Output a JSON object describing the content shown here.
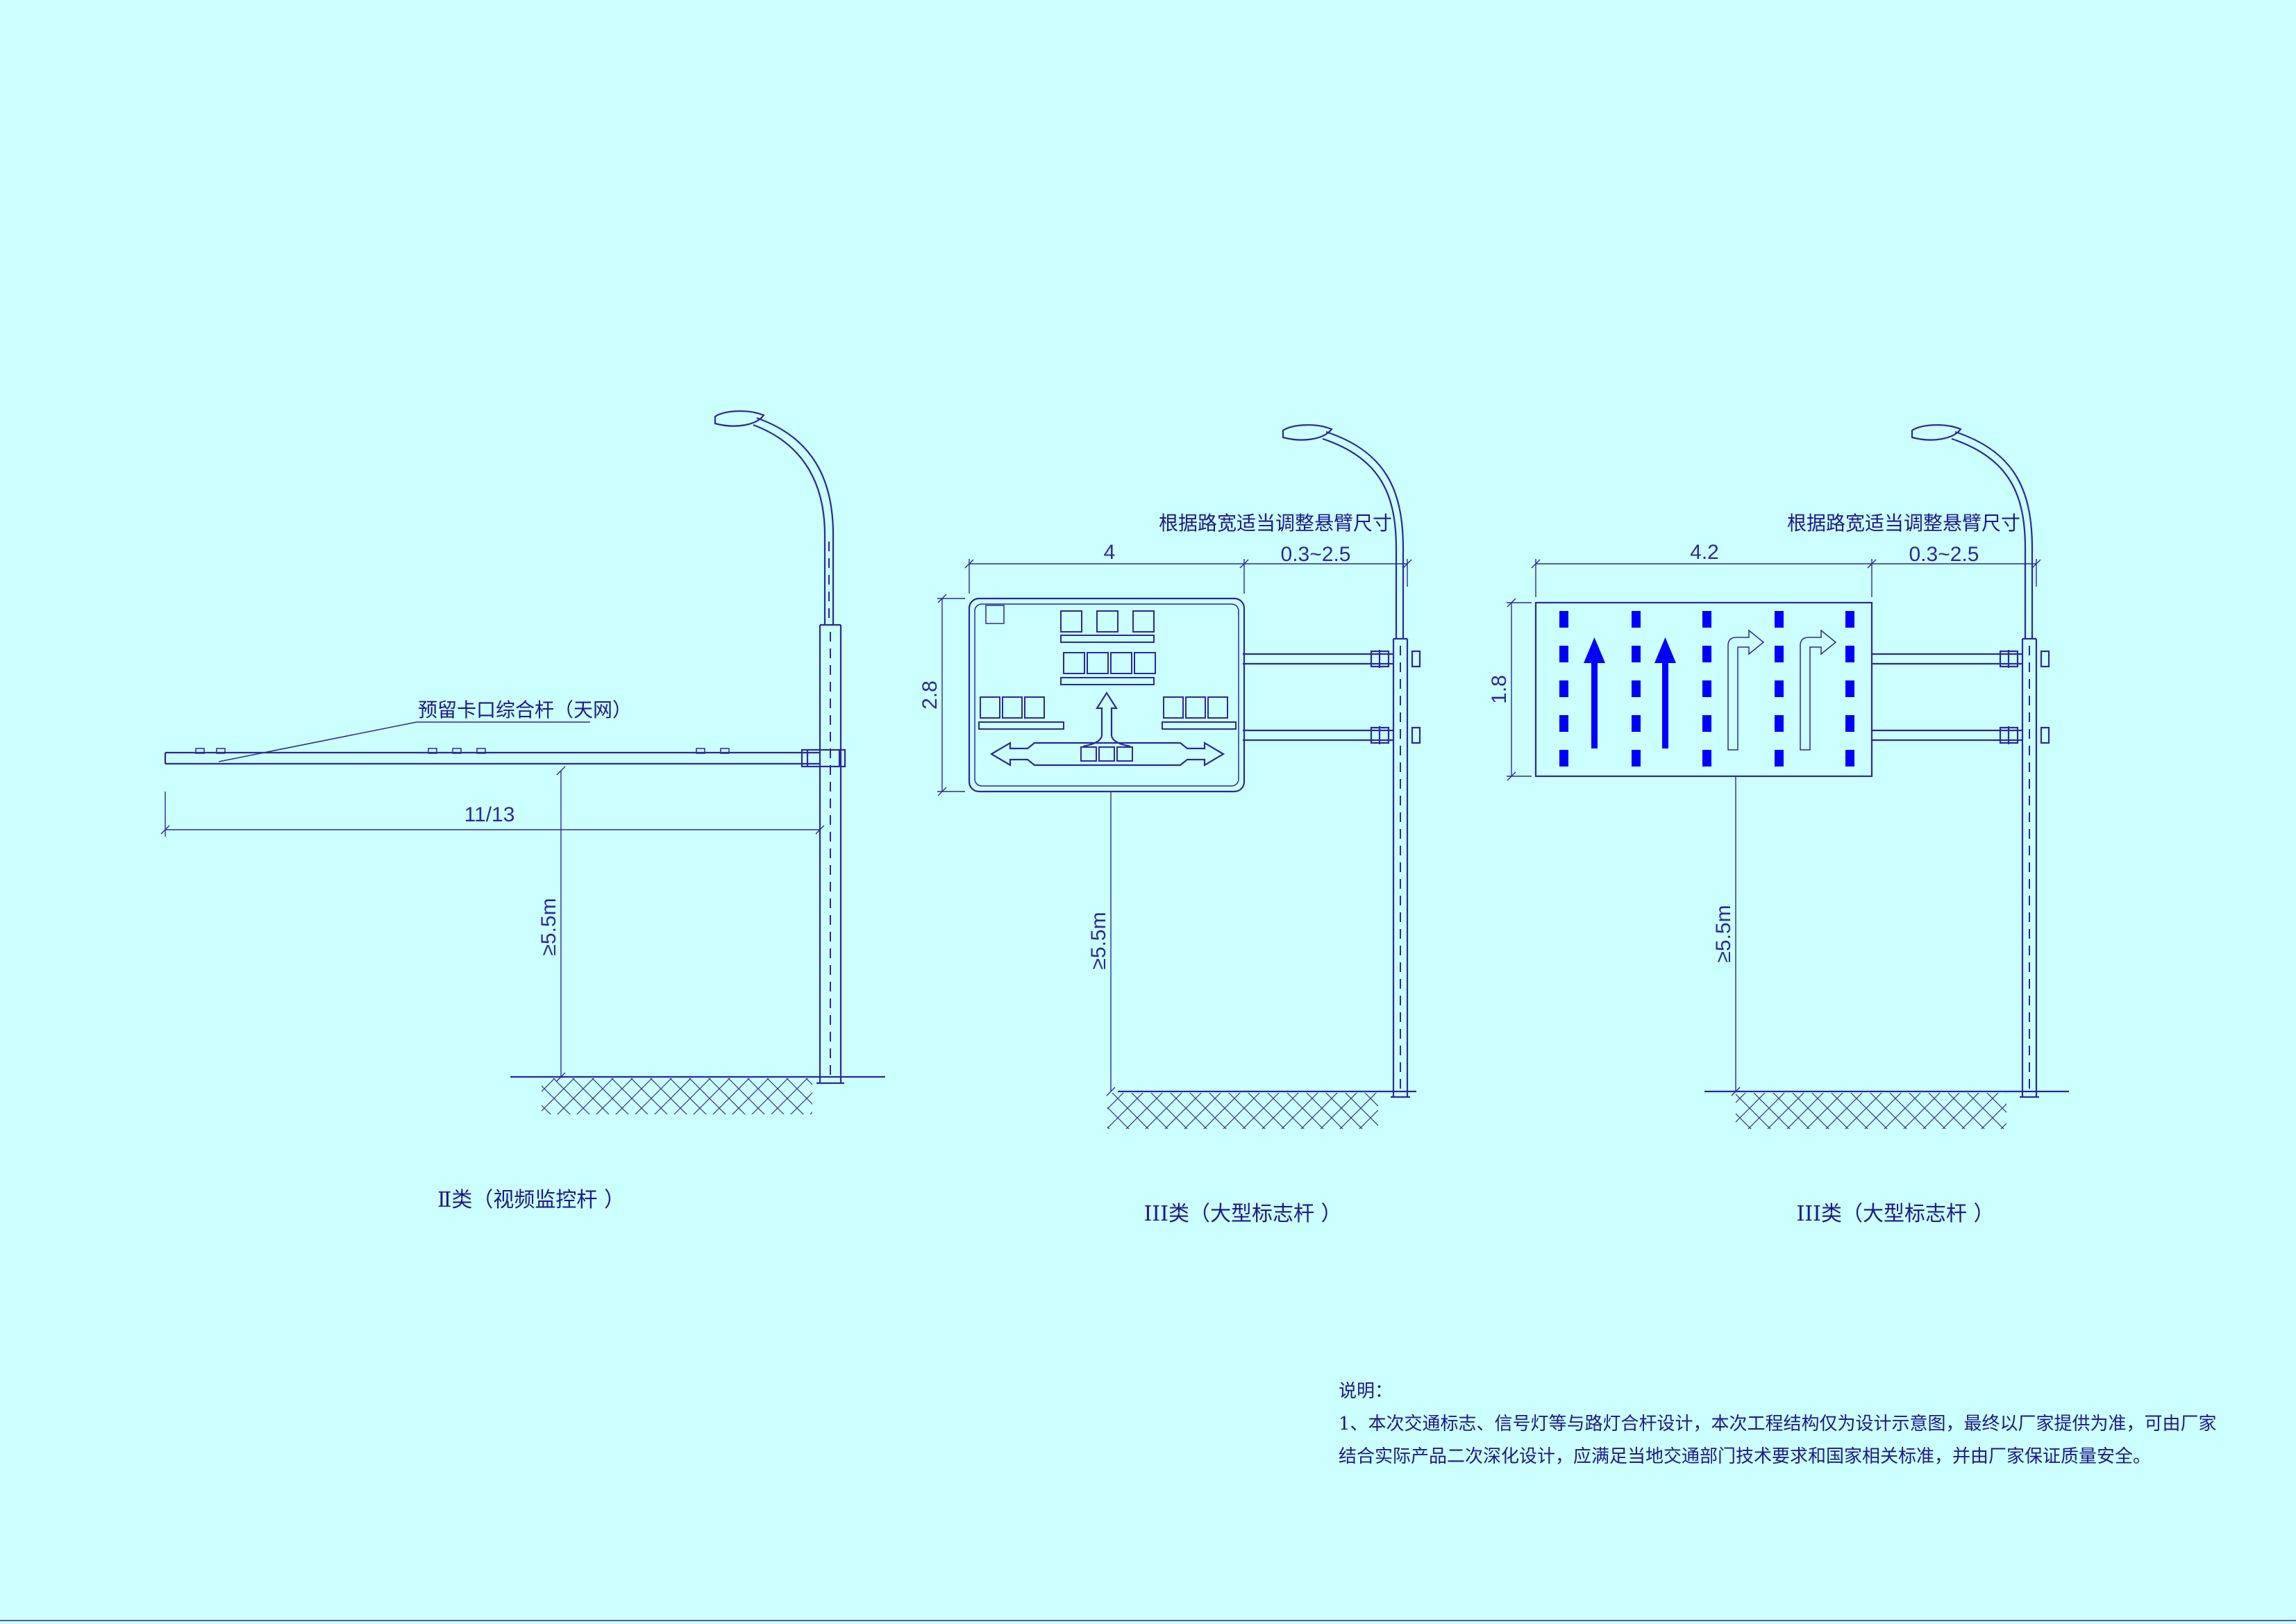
{
  "pole_ii": {
    "callout_label": "预留卡口综合杆（天网）",
    "arm_length_label": "11/13",
    "height_label": "≥5.5m",
    "caption": "Ⅱ类（视频监控杆 ）"
  },
  "pole_iii_a": {
    "adjust_note": "根据路宽适当调整悬臂尺寸",
    "sign_width_label": "4",
    "offset_label": "0.3~2.5",
    "sign_height_label": "2.8",
    "height_label": "≥5.5m",
    "caption": "III类（大型标志杆 ）"
  },
  "pole_iii_b": {
    "adjust_note": "根据路宽适当调整悬臂尺寸",
    "sign_width_label": "4.2",
    "offset_label": "0.3~2.5",
    "sign_height_label": "1.8",
    "height_label": "≥5.5m",
    "caption": "III类（大型标志杆 ）",
    "lane_arrows": [
      "straight",
      "straight",
      "right-turn",
      "right-turn"
    ],
    "accent_color": "#0000ff"
  },
  "notes": {
    "title": "说明：",
    "line1": "1、本次交通标志、信号灯等与路灯合杆设计，本次工程结构仅为设计示意图，最终以厂家提供为准，可由厂家",
    "line2": "结合实际产品二次深化设计，应满足当地交通部门技术要求和国家相关标准，并由厂家保证质量安全。"
  },
  "background_color": "#ccffff"
}
